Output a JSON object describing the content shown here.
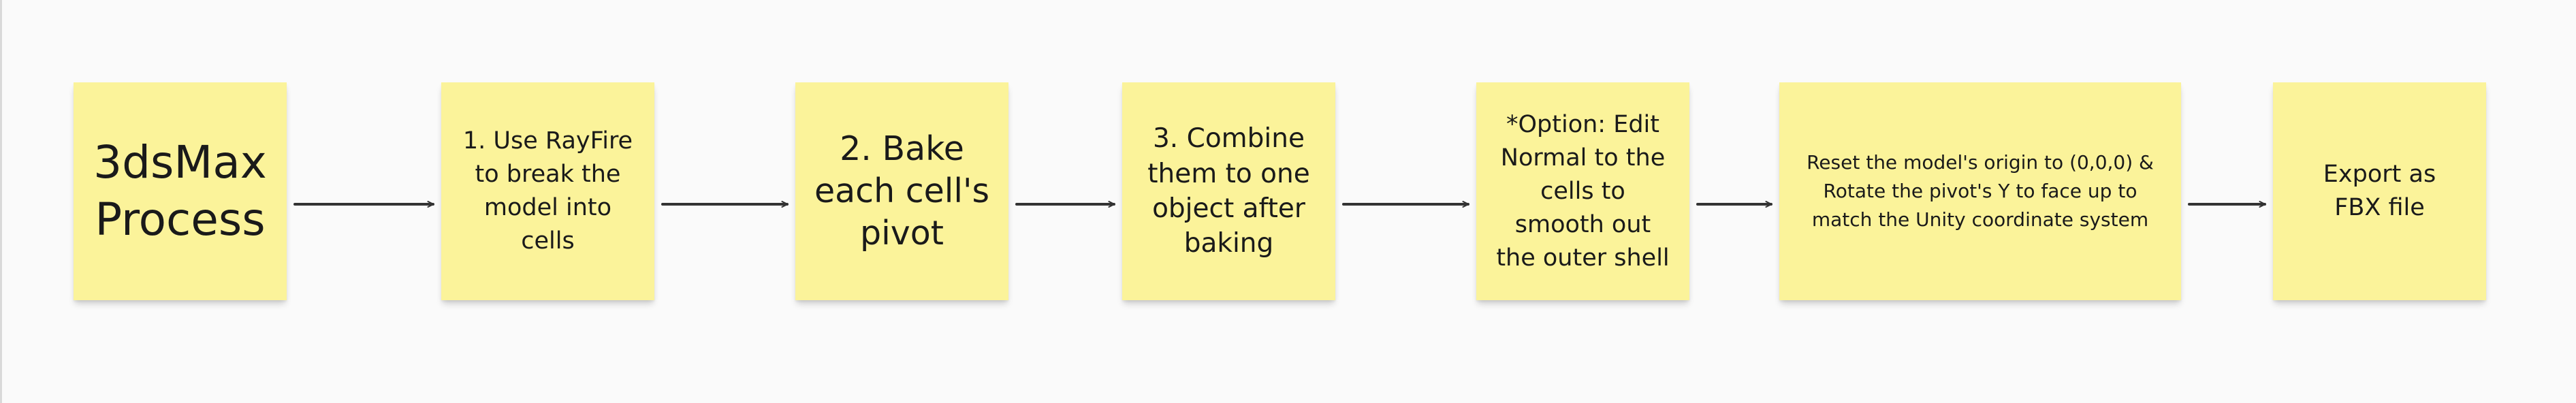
{
  "diagram": {
    "accent_color": "#fbf39a",
    "connector_color": "#333333",
    "nodes": [
      {
        "id": "process",
        "text": "3dsMax\nProcess"
      },
      {
        "id": "rayfire",
        "text": "1. Use RayFire\nto break the\nmodel into\ncells"
      },
      {
        "id": "bake",
        "text": "2. Bake\neach cell's\npivot"
      },
      {
        "id": "combine",
        "text": "3. Combine\nthem to one\nobject after\nbaking"
      },
      {
        "id": "option",
        "text": "*Option: Edit\nNormal to the\ncells to\nsmooth out\nthe outer shell"
      },
      {
        "id": "reset",
        "text": "Reset the model's origin to (0,0,0) &\nRotate the pivot's Y to face up to\nmatch the Unity coordinate system"
      },
      {
        "id": "export",
        "text": "Export as\nFBX file"
      }
    ],
    "edges": [
      {
        "from": "process",
        "to": "rayfire"
      },
      {
        "from": "rayfire",
        "to": "bake"
      },
      {
        "from": "bake",
        "to": "combine"
      },
      {
        "from": "combine",
        "to": "option"
      },
      {
        "from": "option",
        "to": "reset"
      },
      {
        "from": "reset",
        "to": "export"
      }
    ]
  }
}
